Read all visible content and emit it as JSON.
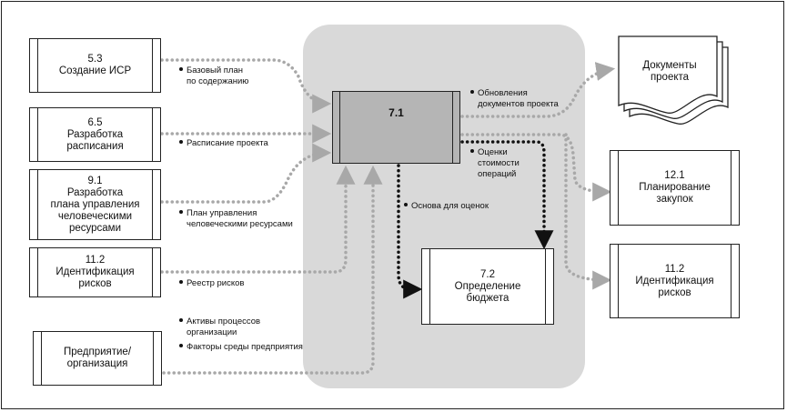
{
  "process": {
    "number": "7.1"
  },
  "inputs": [
    {
      "num": "5.3",
      "lines": [
        "Создание ИСР"
      ]
    },
    {
      "num": "6.5",
      "lines": [
        "Разработка",
        "расписания"
      ]
    },
    {
      "num": "9.1",
      "lines": [
        "Разработка",
        "плана управления",
        "человеческими",
        "ресурсами"
      ]
    },
    {
      "num": "11.2",
      "lines": [
        "Идентификация",
        "рисков"
      ]
    },
    {
      "num": "",
      "lines": [
        "Предприятие/",
        "организация"
      ]
    }
  ],
  "outputs": [
    {
      "num": "7.2",
      "lines": [
        "Определение",
        "бюджета"
      ]
    },
    {
      "num": "12.1",
      "lines": [
        "Планирование",
        "закупок"
      ]
    },
    {
      "num": "11.2",
      "lines": [
        "Идентификация",
        "рисков"
      ]
    }
  ],
  "document": {
    "lines": [
      "Документы",
      "проекта"
    ]
  },
  "flows": {
    "scope_baseline": [
      "Базовый план",
      "по содержанию"
    ],
    "schedule": [
      "Расписание проекта"
    ],
    "hr_plan": [
      "План управления",
      "человеческими ресурсами"
    ],
    "risk_register": [
      "Реестр рисков"
    ],
    "org_assets": [
      "Активы процессов",
      "организации"
    ],
    "env_factors": [
      "Факторы среды предприятия"
    ],
    "doc_updates": [
      "Обновления",
      "документов проекта"
    ],
    "estimates": [
      "Оценки",
      "стоимости",
      "операций"
    ],
    "basis": [
      "Основа для оценок"
    ]
  },
  "colors": {
    "background_region": "#d9d9d9",
    "process_fill": "#b5b5b5",
    "dotted_gray": "#a8a8a8",
    "dotted_black": "#111111"
  }
}
